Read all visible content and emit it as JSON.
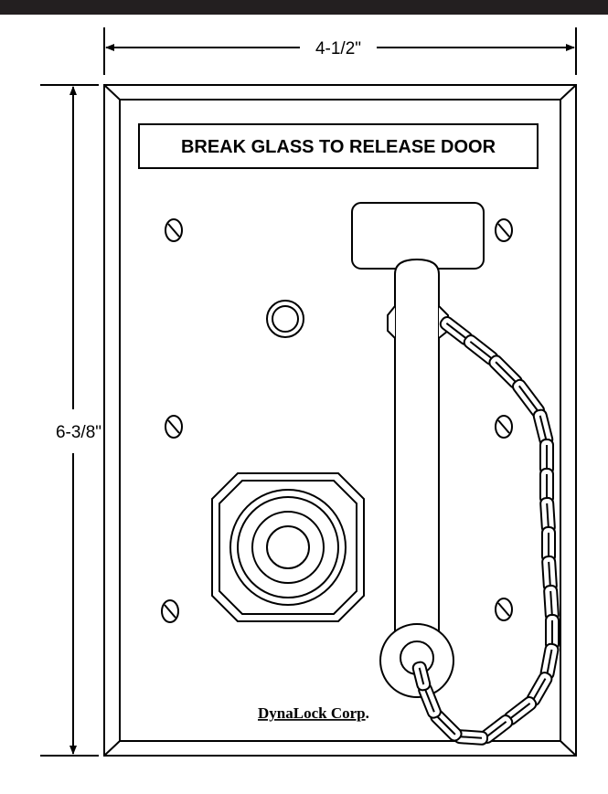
{
  "dimensions": {
    "width_label": "4-1/2\"",
    "height_label": "6-3/8\""
  },
  "sign": {
    "text": "BREAK GLASS TO RELEASE DOOR"
  },
  "brand": {
    "name_underlined": "DynaLock Corp",
    "suffix": "."
  },
  "colors": {
    "top_bar": "#231f20",
    "line": "#000000",
    "background": "#ffffff"
  }
}
